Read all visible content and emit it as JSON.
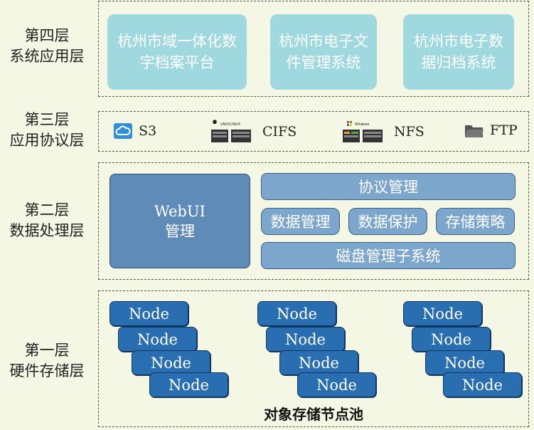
{
  "layers": [
    {
      "name": "第四层",
      "title": "系统应用层"
    },
    {
      "name": "第三层",
      "title": "应用协议层"
    },
    {
      "name": "第二层",
      "title": "数据处理层"
    },
    {
      "name": "第一层",
      "title": "硬件存储层"
    }
  ],
  "layer4": {
    "apps": [
      {
        "line1": "杭州市域一体化数",
        "line2": "字档案平台"
      },
      {
        "line1": "杭州市电子文",
        "line2": "件管理系统"
      },
      {
        "line1": "杭州市电子数",
        "line2": "据归档系统"
      }
    ]
  },
  "layer3": {
    "protocols": [
      {
        "label": "S3",
        "icon": "cloud-icon"
      },
      {
        "label": "CIFS",
        "icon": "unix-linux-server-icon",
        "badge": "UNIX/LINUX"
      },
      {
        "label": "NFS",
        "icon": "windows-server-icon",
        "badge": "Windows"
      },
      {
        "label": "FTP",
        "icon": "folder-icon"
      }
    ]
  },
  "layer2": {
    "webui": {
      "line1": "WebUI",
      "line2": "管理"
    },
    "protocol_mgmt": "协议管理",
    "data_mgmt": "数据管理",
    "data_protect": "数据保护",
    "storage_policy": "存储策略",
    "disk_mgmt": "磁盘管理子系统"
  },
  "layer1": {
    "node_label": "Node",
    "pool_title": "对象存储节点池"
  },
  "colors": {
    "background": "#f4f7e3",
    "app_box": "#9fd8df",
    "mgmt_box": "#7da6cd",
    "webui_box": "#5f8bb8",
    "node": "#2a6eb2"
  }
}
